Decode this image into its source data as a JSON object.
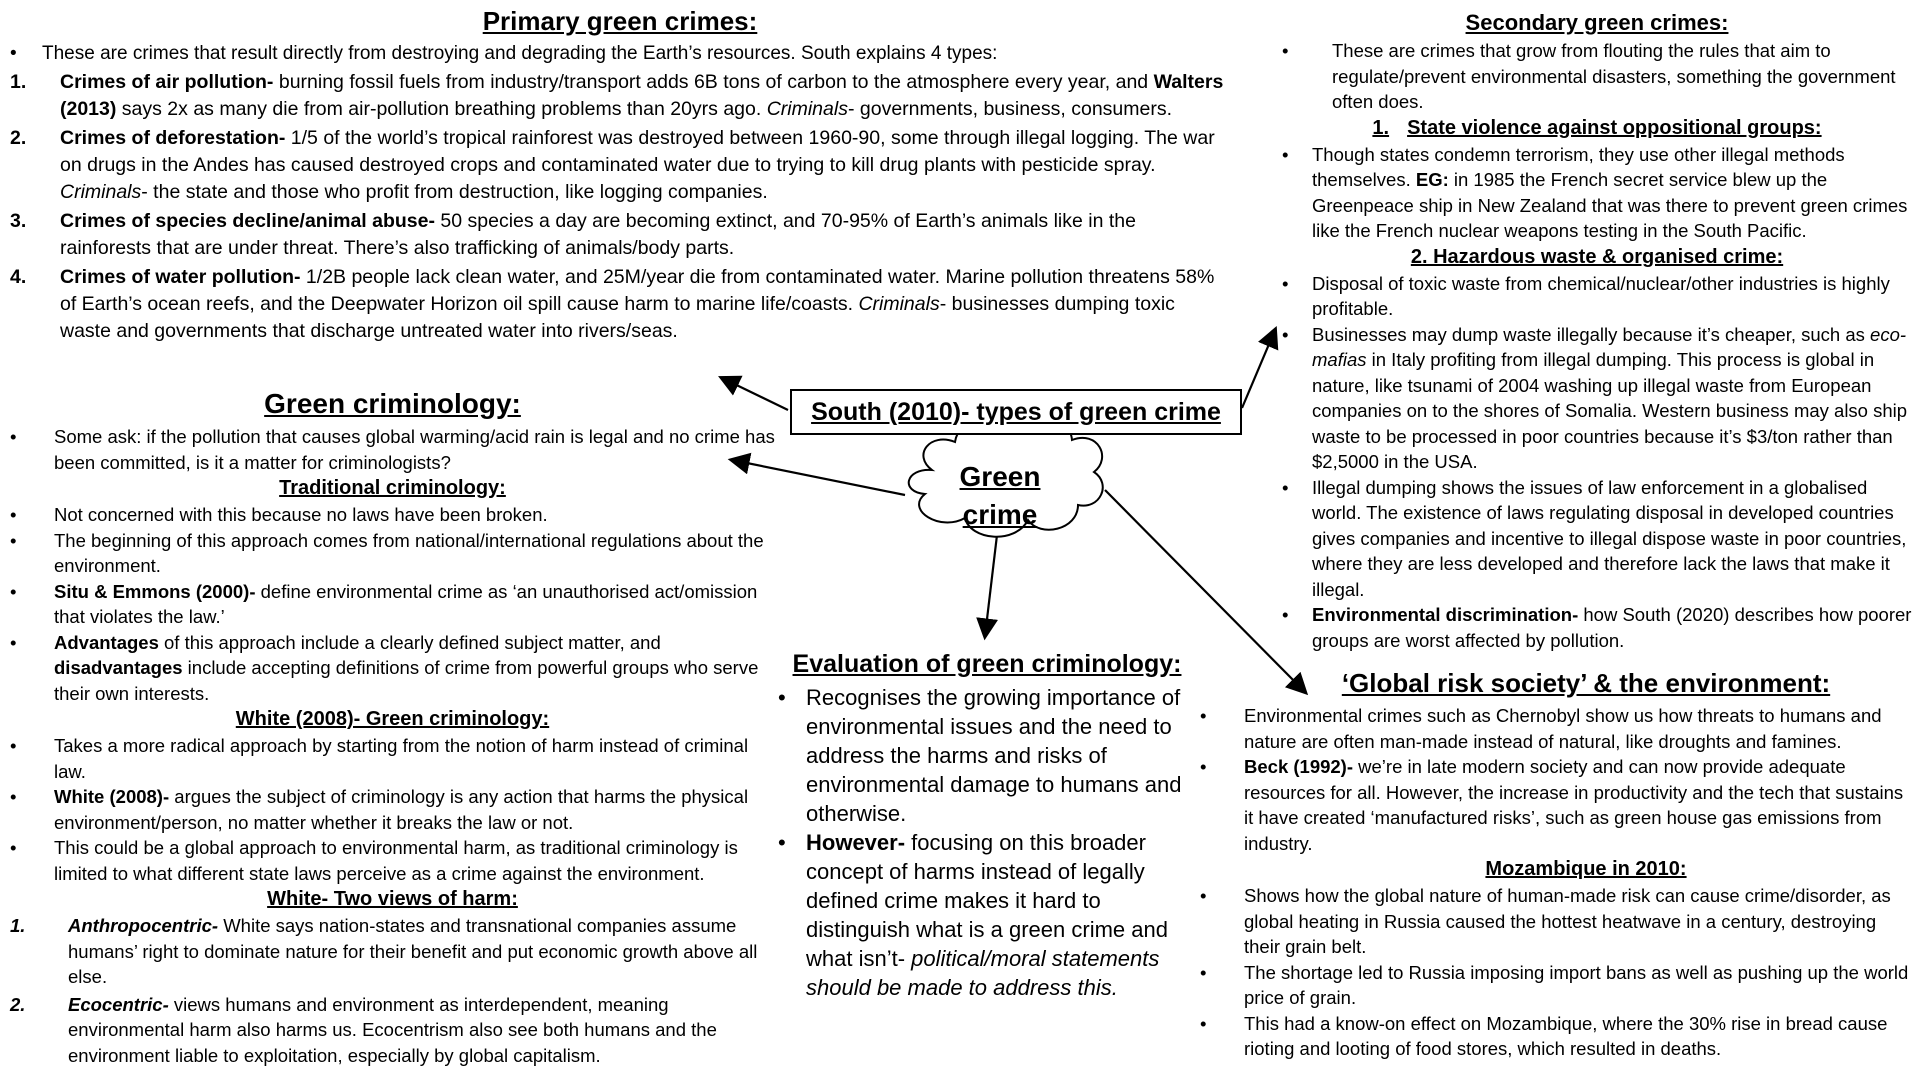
{
  "primary": {
    "title": "Primary green crimes:",
    "intro": "These are crimes that result directly from destroying and degrading the Earth’s resources. South explains 4 types:",
    "items": [
      {
        "num": "1.",
        "term": "Crimes of air pollution-",
        "text_a": " burning fossil fuels from industry/transport adds 6B tons of carbon to the atmosphere every year, and ",
        "bold": "Walters (2013)",
        "text_b": " says 2x as many die from air-pollution breathing problems than 20yrs ago. ",
        "italic": "Criminals",
        "text_c": "- governments, business, consumers."
      },
      {
        "num": "2.",
        "term": "Crimes of deforestation-",
        "text_a": " 1/5 of the world’s tropical rainforest was destroyed between 1960-90, some through illegal logging. The war on drugs in the Andes has caused destroyed crops and contaminated water due to trying to kill drug plants with pesticide spray. ",
        "italic": "Criminals",
        "text_c": "- the state and those who profit from destruction, like logging companies."
      },
      {
        "num": "3.",
        "term": "Crimes of species decline/animal abuse-",
        "text_a": " 50 species a day are becoming extinct, and 70-95% of Earth’s animals like in the rainforests that are under threat. There’s also trafficking of animals/body parts."
      },
      {
        "num": "4.",
        "term": "Crimes of water pollution-",
        "text_a": " 1/2B people lack clean water, and 25M/year die from contaminated water. Marine pollution threatens 58% of Earth’s ocean reefs, and the Deepwater Horizon oil spill cause harm to marine life/coasts. ",
        "italic": "Criminals",
        "text_c": "- businesses dumping toxic waste and governments that discharge untreated water into rivers/seas."
      }
    ]
  },
  "green_crim": {
    "title": "Green criminology:",
    "intro": "Some ask: if the pollution that causes global warming/acid rain is legal and no crime has been committed, is it a matter for criminologists?",
    "trad_title": "Traditional criminology:",
    "trad_1": "Not concerned with this because no laws have been broken.",
    "trad_2": "The beginning of this approach comes from national/international regulations about the environment.",
    "trad_3_bold": "Situ & Emmons (2000)-",
    "trad_3": " define environmental crime as ‘an unauthorised act/omission that violates the law.’",
    "trad_4_bold": "Advantages",
    "trad_4a": " of this approach include a clearly defined subject matter, and ",
    "trad_4_bold2": "disadvantages",
    "trad_4b": " include accepting definitions of crime from powerful groups who serve their own interests.",
    "white_title": "White (2008)- Green criminology:",
    "white_1": "Takes a more radical approach by starting from the notion of harm instead of criminal law.",
    "white_2_bold": "White (2008)-",
    "white_2": " argues the subject of criminology is any action that harms the physical environment/person, no matter whether it breaks the law or not.",
    "white_3": "This could be a global approach to environmental harm, as traditional criminology is limited to what different state laws perceive as a crime against the environment.",
    "views_title": "White- Two views of harm:",
    "views": [
      {
        "num": "1.",
        "term": "Anthropocentric-",
        "text": " White says nation-states and transnational companies assume humans’ right to dominate nature for their benefit and put economic growth above all else."
      },
      {
        "num": "2.",
        "term": "Ecocentric-",
        "text": " views humans and environment as interdependent, meaning environmental harm also harms us. Ecocentrism also see both humans and the environment liable to exploitation, especially by global capitalism."
      }
    ]
  },
  "center": {
    "title": "South (2010)- types of green crime",
    "cloud_line1": "Green",
    "cloud_line2": "crime"
  },
  "evaluation": {
    "title": "Evaluation of green criminology:",
    "item1": "Recognises the growing importance of environmental issues and the need to address the harms and risks of environmental damage to humans and otherwise.",
    "item2_bold": "However-",
    "item2": " focusing on this broader concept of harms instead of legally defined crime makes it hard to distinguish what is a green crime and what isn’t- ",
    "item2_italic": "political/moral statements should be made to address this."
  },
  "secondary": {
    "title": "Secondary green crimes:",
    "intro": "These are crimes that grow from flouting the rules that aim to regulate/prevent environmental disasters, something the government often does.",
    "sv_title": "State violence against oppositional groups:",
    "sv_num": "1.",
    "sv_1a": "Though states condemn terrorism, they use other illegal methods themselves. ",
    "sv_1_bold": "EG:",
    "sv_1b": " in 1985 the French secret service blew up the Greenpeace ship in New Zealand that was there to prevent green crimes like the French nuclear weapons testing in the South Pacific.",
    "hw_title": "2. Hazardous waste & organised crime:",
    "hw_1": "Disposal of toxic waste from chemical/nuclear/other industries is highly profitable.",
    "hw_2a": "Businesses may dump waste illegally because it’s cheaper, such as ",
    "hw_2_italic": "eco-mafias",
    "hw_2b": " in Italy profiting from illegal dumping. This process is global in nature, like tsunami of 2004 washing up illegal waste from European companies on to the shores of Somalia. Western business may also ship waste to be processed in poor countries because it’s $3/ton rather than $2,5000 in the USA.",
    "hw_3": "Illegal dumping shows the issues of law enforcement in a globalised world. The existence of laws regulating disposal in developed countries gives companies and incentive to illegal dispose waste in poor countries, where they are less developed and therefore lack the laws that make it illegal.",
    "hw_4_bold": "Environmental discrimination-",
    "hw_4": " how South (2020) describes how poorer groups are worst affected by pollution."
  },
  "risk": {
    "title": "‘Global risk society’ & the environment:",
    "r1": "Environmental crimes such as Chernobyl show us how threats to humans and nature are often man-made instead of natural, like droughts and famines.",
    "r2_bold": "Beck (1992)-",
    "r2": " we’re in late modern society and can now provide adequate resources for all. However, the increase in productivity and the tech that sustains it have created ‘manufactured risks’, such as green house gas emissions from industry.",
    "moz_title": "Mozambique in 2010:",
    "m1": "Shows how the global nature of human-made risk can cause crime/disorder, as global heating in Russia caused the hottest heatwave in a century, destroying their grain belt.",
    "m2": "The shortage led to Russia imposing import bans as well as pushing up the world price of grain.",
    "m3": "This had a know-on effect on Mozambique, where the 30% rise in bread cause rioting and looting of food stores, which resulted in deaths."
  }
}
